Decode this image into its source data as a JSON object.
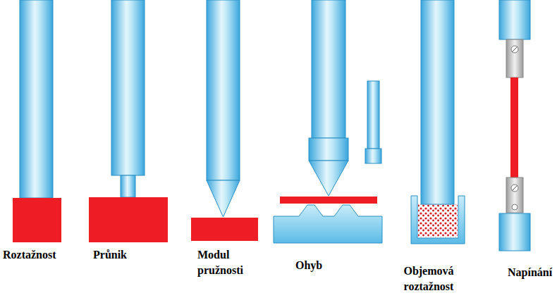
{
  "diagram": {
    "labels": [
      "Roztažnost",
      "Průnik",
      "Modul pružnosti",
      "Ohyb",
      "Objemová roztažnost",
      "Napínání"
    ]
  }
}
